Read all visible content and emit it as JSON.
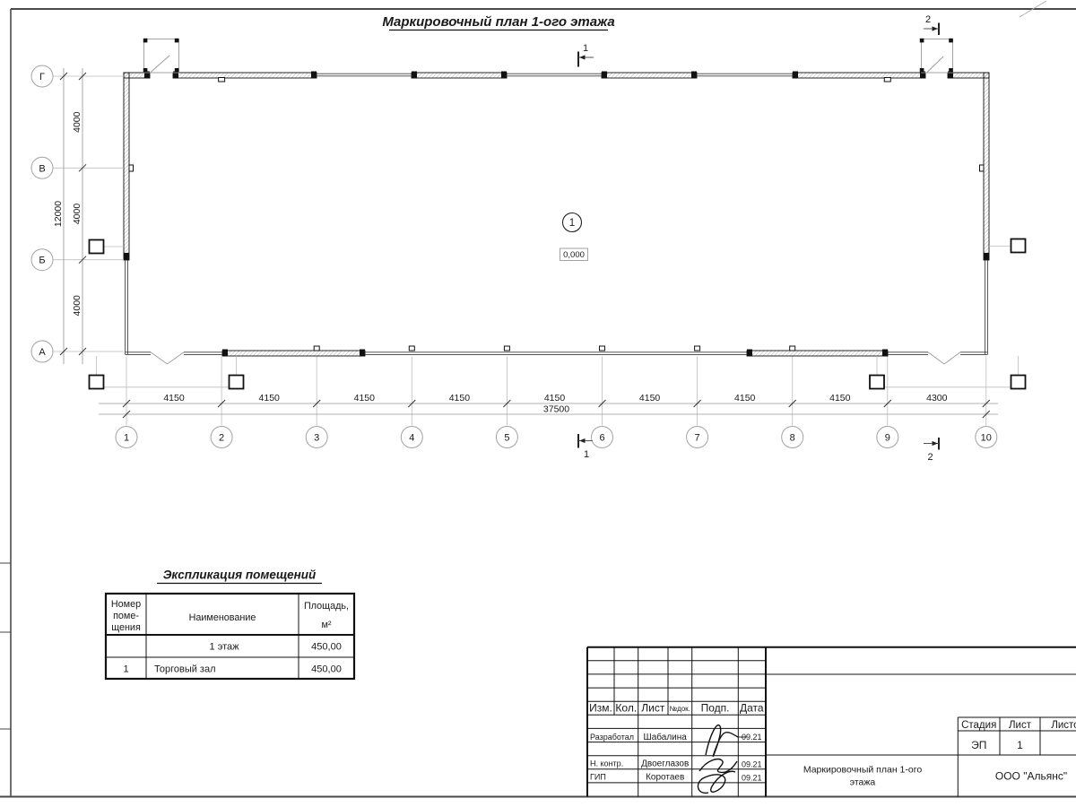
{
  "sheet": {
    "title": "Маркировочный план 1-ого этажа"
  },
  "plan": {
    "axes_h": [
      "1",
      "2",
      "3",
      "4",
      "5",
      "6",
      "7",
      "8",
      "9",
      "10"
    ],
    "axes_v": [
      "Г",
      "В",
      "Б",
      "А"
    ],
    "dims_bottom": [
      "4150",
      "4150",
      "4150",
      "4150",
      "4150",
      "4150",
      "4150",
      "4150",
      "4300"
    ],
    "dim_total_bottom": "37500",
    "dims_left": [
      "4000",
      "4000",
      "4000"
    ],
    "dim_total_left": "12000",
    "room_number": "1",
    "elevation_mark": "0,000",
    "section_marks": {
      "s1": "1",
      "s2": "2"
    }
  },
  "table": {
    "title": "Экспликация  помещений",
    "headers": {
      "col1_l1": "Номер",
      "col1_l2": "поме-",
      "col1_l3": "щения",
      "col2": "Наименование",
      "col3_l1": "Площадь,",
      "col3_l2": "м²"
    },
    "rows": [
      {
        "num": "",
        "name": "1 этаж",
        "area": "450,00"
      },
      {
        "num": "1",
        "name": "Торговый зал",
        "area": "450,00"
      }
    ]
  },
  "stamp": {
    "cols": [
      "Изм.",
      "Кол.",
      "Лист",
      "№док.",
      "Подп.",
      "Дата"
    ],
    "people": [
      {
        "role": "Разработал",
        "name": "Шабалина",
        "date": "09.21"
      },
      {
        "role": "Н. контр.",
        "name": "Двоеглазов",
        "date": "09.21"
      },
      {
        "role": "ГИП",
        "name": "Коротаев",
        "date": "09.21"
      }
    ],
    "doc_title_l1": "Маркировочный план 1-ого",
    "doc_title_l2": "этажа",
    "stage_label": "Стадия",
    "sheet_label": "Лист",
    "sheets_label": "Листов",
    "stage_value": "ЭП",
    "sheet_value": "1",
    "company": "ООО \"Альянс\""
  }
}
